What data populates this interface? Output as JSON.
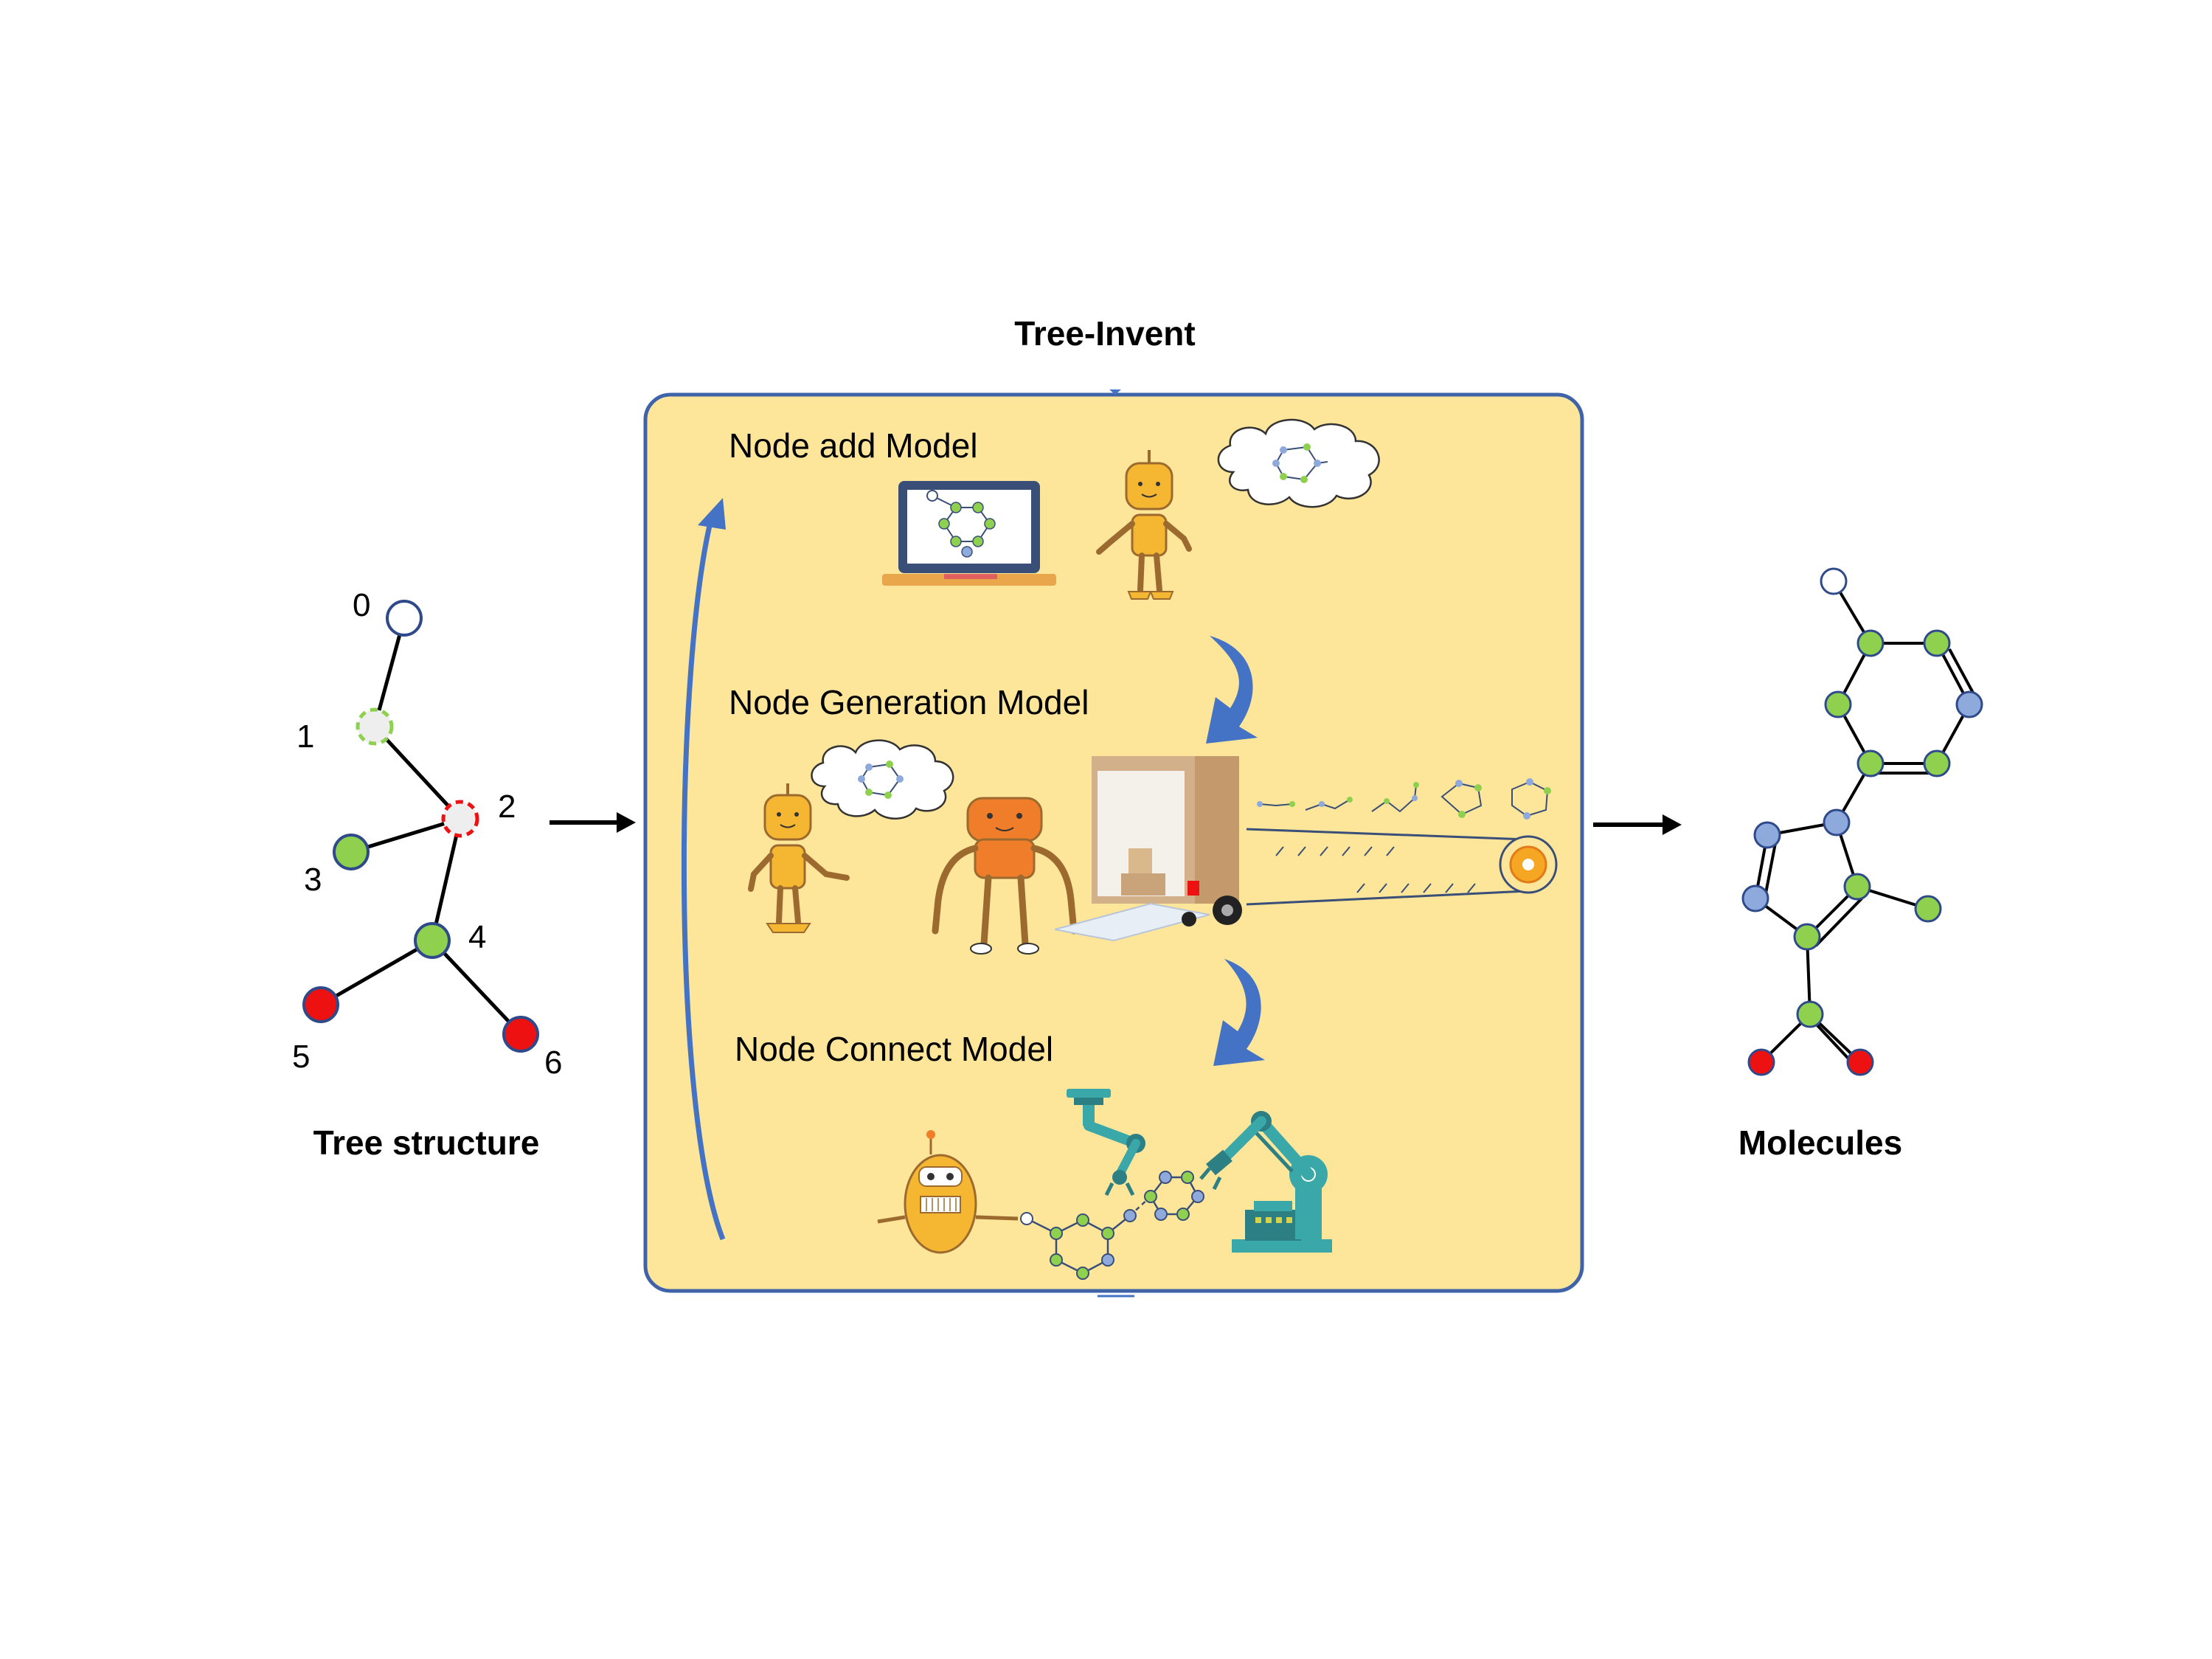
{
  "title": "Tree-Invent",
  "tree": {
    "caption": "Tree structure",
    "node_labels": [
      "0",
      "1",
      "2",
      "3",
      "4",
      "5",
      "6"
    ]
  },
  "pipeline": {
    "steps": [
      {
        "label": "Node add Model"
      },
      {
        "label": "Node Generation Model"
      },
      {
        "label": "Node Connect Model"
      }
    ]
  },
  "molecule": {
    "caption": "Molecules"
  },
  "colors": {
    "panel_fill": "#fde59a",
    "panel_border": "#3e63a8",
    "flow_arrow": "#4472c4",
    "node_green": "#8fd14f",
    "node_red": "#ee1111",
    "node_blue": "#8ea9db",
    "node_white": "#ffffff",
    "robot_yellow": "#f5b731",
    "robot_orange": "#f07d2a",
    "robot_brown": "#9c6a2f",
    "teal": "#3aa7a9"
  },
  "icons": [
    "laptop-icon",
    "robot-icon",
    "thought-cloud-icon",
    "delivery-truck-icon",
    "conveyor-belt-icon",
    "robotic-arm-icon"
  ]
}
